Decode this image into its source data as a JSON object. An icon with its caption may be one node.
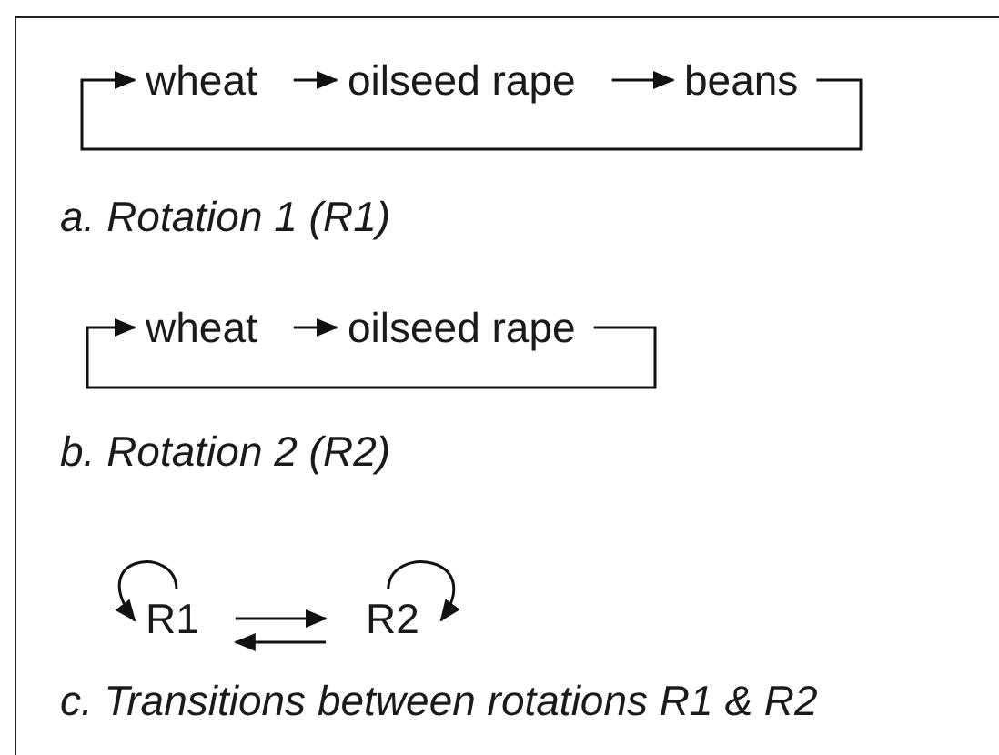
{
  "diagram": {
    "nodes": [
      {
        "text": [
          "wheat"
        ]
      },
      {
        "text": [
          "oilseed rape"
        ]
      },
      {
        "text": [
          "beans"
        ]
      },
      {
        "text": [
          "wheat"
        ]
      },
      {
        "text": [
          "oilseed rape"
        ]
      },
      {
        "text": [
          "R1"
        ]
      },
      {
        "text": [
          "R2"
        ]
      }
    ],
    "edges": [
      {
        "from": 0,
        "to": 1,
        "arrow": "to"
      },
      {
        "from": 1,
        "to": 2,
        "arrow": "to"
      },
      {
        "from": 2,
        "to": 0,
        "arrow": "to"
      },
      {
        "from": 3,
        "to": 4,
        "arrow": "to"
      },
      {
        "from": 4,
        "to": 3,
        "arrow": "to"
      },
      {
        "from": 5,
        "to": 5,
        "arrow": "to"
      },
      {
        "from": 5,
        "to": 6,
        "arrow": "to"
      },
      {
        "from": 6,
        "to": 5,
        "arrow": "to"
      },
      {
        "from": 6,
        "to": 6,
        "arrow": "to"
      }
    ],
    "labels": [
      "a. Rotation 1 (R1)",
      "b. Rotation 2 (R2)",
      "c. Transitions between rotations R1 & R2"
    ]
  }
}
